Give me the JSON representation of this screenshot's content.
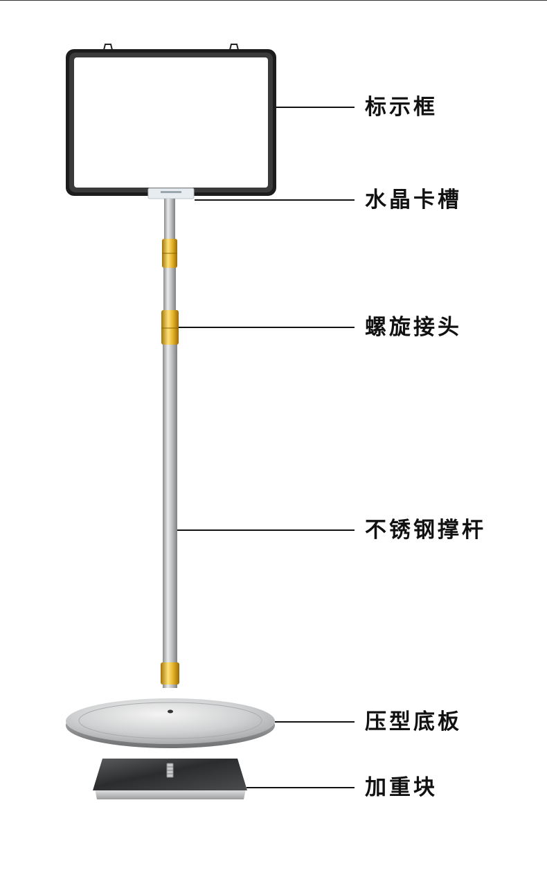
{
  "parts": [
    {
      "label": "标示框"
    },
    {
      "label": "水晶卡槽"
    },
    {
      "label": "螺旋接头"
    },
    {
      "label": "不锈钢撑杆"
    },
    {
      "label": "压型底板"
    },
    {
      "label": "加重块"
    }
  ],
  "colors": {
    "frame": "#1a1a1a",
    "gold": "#d8a81a",
    "steel": "#b5b7b8",
    "leader": "#111111"
  }
}
